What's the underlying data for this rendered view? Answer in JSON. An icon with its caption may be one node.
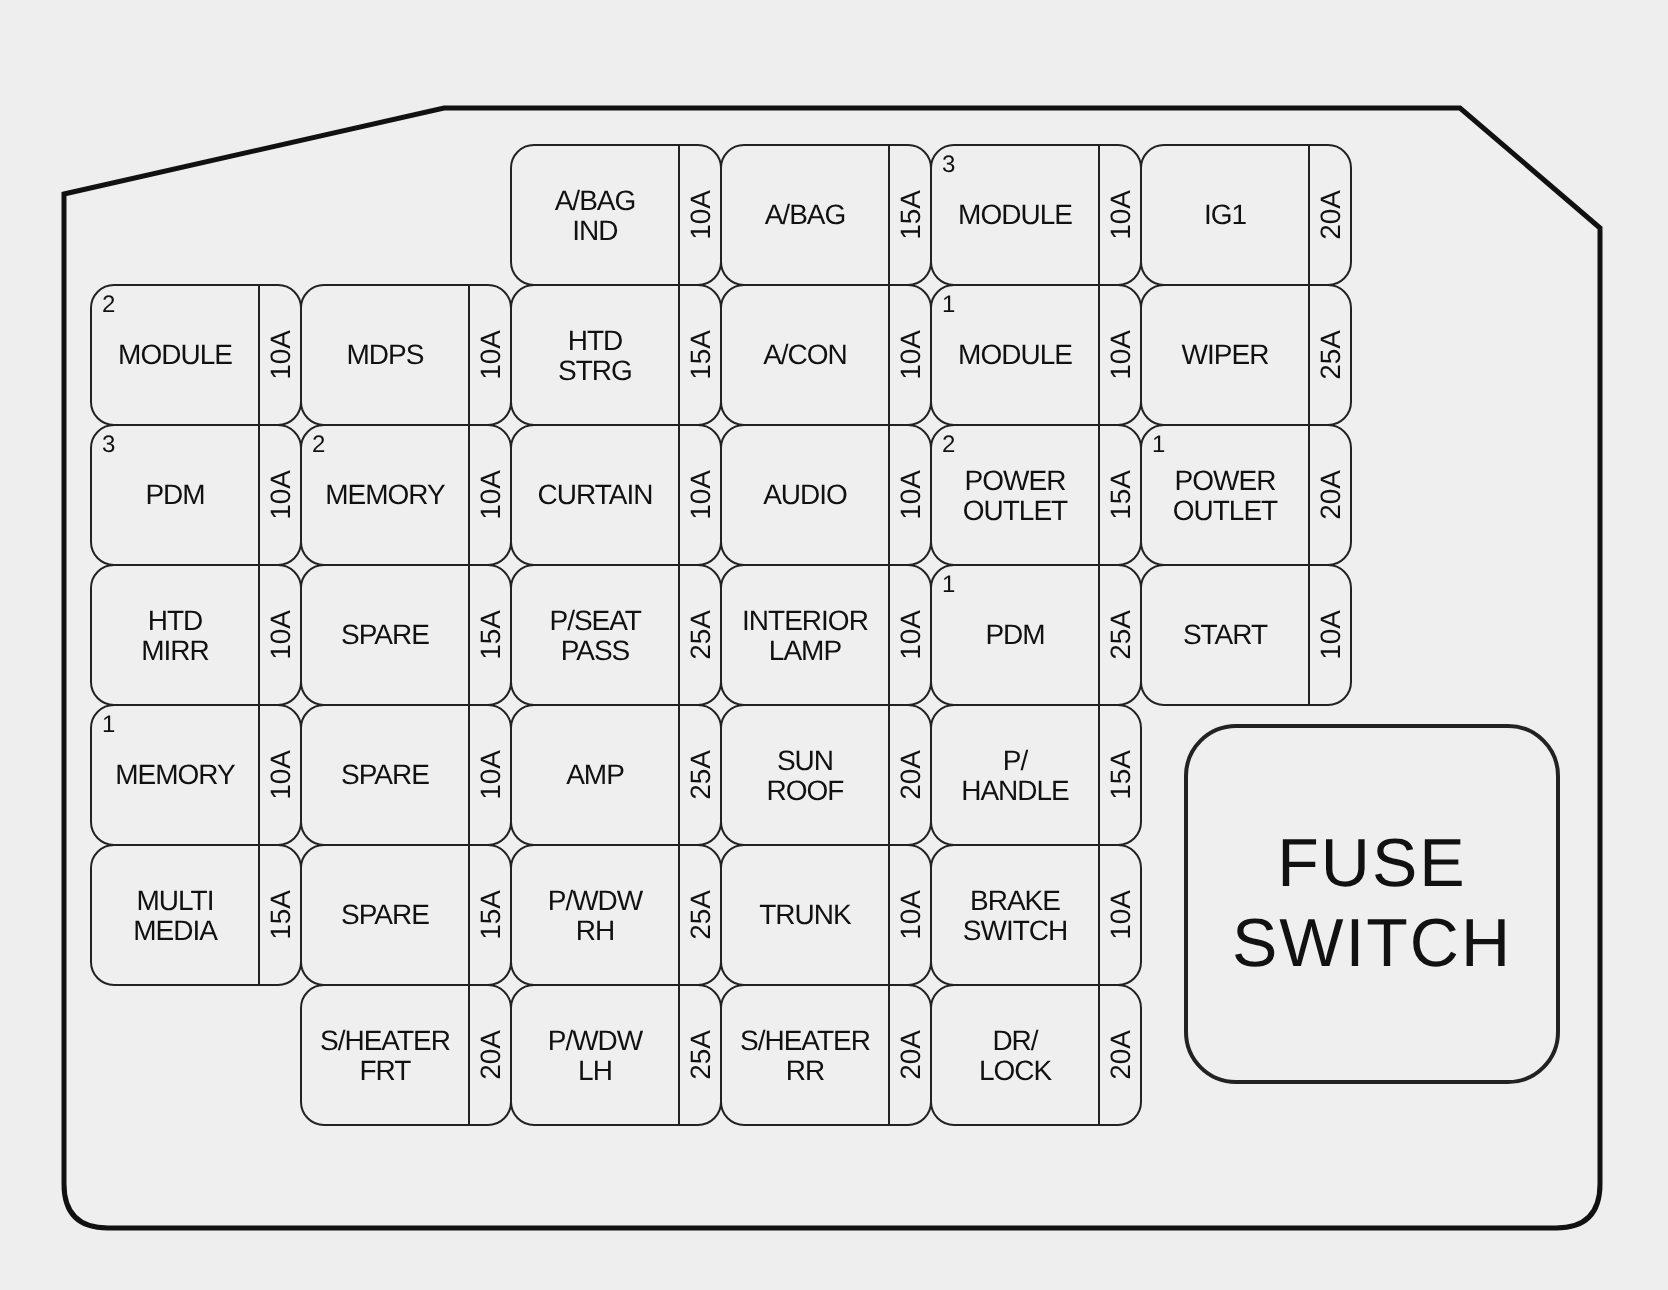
{
  "diagram": {
    "nodes": [
      {
        "text": [],
        "shape": "box"
      },
      {
        "text": [
          "A/BAG IND",
          "10A"
        ],
        "in": 0
      },
      {
        "text": [
          "A/BAG",
          "15A"
        ],
        "in": 0
      },
      {
        "text": [
          "3",
          "MODULE",
          "10A"
        ],
        "in": 0
      },
      {
        "text": [
          "IG1",
          "20A"
        ],
        "in": 0
      },
      {
        "text": [
          "2",
          "MODULE",
          "10A"
        ],
        "in": 0
      },
      {
        "text": [
          "MDPS",
          "10A"
        ],
        "in": 0
      },
      {
        "text": [
          "HTD STRG",
          "15A"
        ],
        "in": 0
      },
      {
        "text": [
          "A/CON",
          "10A"
        ],
        "in": 0
      },
      {
        "text": [
          "1",
          "MODULE",
          "10A"
        ],
        "in": 0
      },
      {
        "text": [
          "WIPER",
          "25A"
        ],
        "in": 0
      },
      {
        "text": [
          "3",
          "PDM",
          "10A"
        ],
        "in": 0
      },
      {
        "text": [
          "2",
          "MEMORY",
          "10A"
        ],
        "in": 0
      },
      {
        "text": [
          "CURTAIN",
          "10A"
        ],
        "in": 0
      },
      {
        "text": [
          "AUDIO",
          "10A"
        ],
        "in": 0
      },
      {
        "text": [
          "2",
          "POWER OUTLET",
          "15A"
        ],
        "in": 0
      },
      {
        "text": [
          "1",
          "POWER OUTLET",
          "20A"
        ],
        "in": 0
      },
      {
        "text": [
          "HTD MIRR",
          "10A"
        ],
        "in": 0
      },
      {
        "text": [
          "SPARE",
          "15A"
        ],
        "in": 0
      },
      {
        "text": [
          "P/SEAT PASS",
          "25A"
        ],
        "in": 0
      },
      {
        "text": [
          "INTERIOR LAMP",
          "10A"
        ],
        "in": 0
      },
      {
        "text": [
          "1",
          "PDM",
          "25A"
        ],
        "in": 0
      },
      {
        "text": [
          "START",
          "10A"
        ],
        "in": 0
      },
      {
        "text": [
          "1",
          "MEMORY",
          "10A"
        ],
        "in": 0
      },
      {
        "text": [
          "SPARE",
          "10A"
        ],
        "in": 0
      },
      {
        "text": [
          "AMP",
          "25A"
        ],
        "in": 0
      },
      {
        "text": [
          "SUN ROOF",
          "20A"
        ],
        "in": 0
      },
      {
        "text": [
          "P/ HANDLE",
          "15A"
        ],
        "in": 0
      },
      {
        "text": [
          "FUSE SWITCH"
        ],
        "in": 0
      },
      {
        "text": [
          "MULTI MEDIA",
          "15A"
        ],
        "in": 0
      },
      {
        "text": [
          "SPARE",
          "15A"
        ],
        "in": 0
      },
      {
        "text": [
          "P/WDW RH",
          "25A"
        ],
        "in": 0
      },
      {
        "text": [
          "TRUNK",
          "10A"
        ],
        "in": 0
      },
      {
        "text": [
          "BRAKE SWITCH",
          "10A"
        ],
        "in": 0
      },
      {
        "text": [
          "S/HEATER FRT",
          "20A"
        ],
        "in": 0
      },
      {
        "text": [
          "P/WDW LH",
          "25A"
        ],
        "in": 0
      },
      {
        "text": [
          "S/HEATER RR",
          "20A"
        ],
        "in": 0
      },
      {
        "text": [
          "DR/ LOCK",
          "20A"
        ],
        "in": 0
      }
    ]
  }
}
